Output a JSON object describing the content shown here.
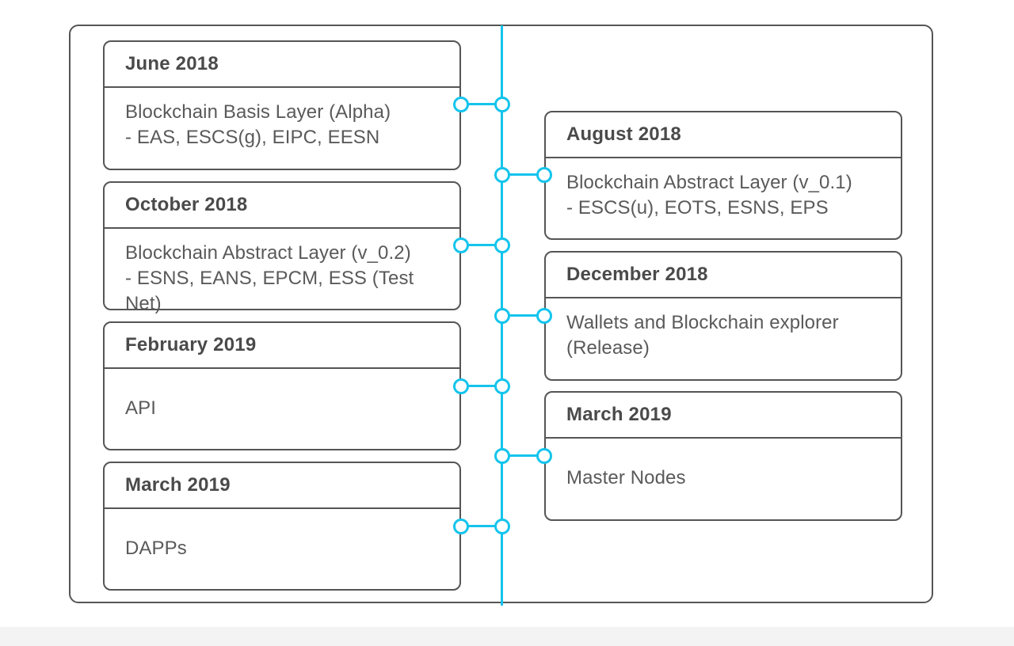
{
  "milestones_left": [
    {
      "date": "June 2018",
      "description": "Blockchain Basis Layer (Alpha)\n- EAS, ESCS(g), EIPC, EESN"
    },
    {
      "date": "October 2018",
      "description": "Blockchain Abstract Layer (v_0.2)\n- ESNS, EANS, EPCM, ESS (Test Net)"
    },
    {
      "date": "February 2019",
      "description": "API"
    },
    {
      "date": "March 2019",
      "description": "DAPPs"
    }
  ],
  "milestones_right": [
    {
      "date": "August 2018",
      "description": "Blockchain Abstract Layer (v_0.1)\n- ESCS(u), EOTS, ESNS, EPS"
    },
    {
      "date": "December 2018",
      "description": "Wallets and Blockchain explorer\n(Release)"
    },
    {
      "date": "March 2019",
      "description": "Master Nodes"
    }
  ],
  "colors": {
    "timeline_accent": "#14c4ec",
    "border": "#555555",
    "text": "#4a4a4a"
  }
}
